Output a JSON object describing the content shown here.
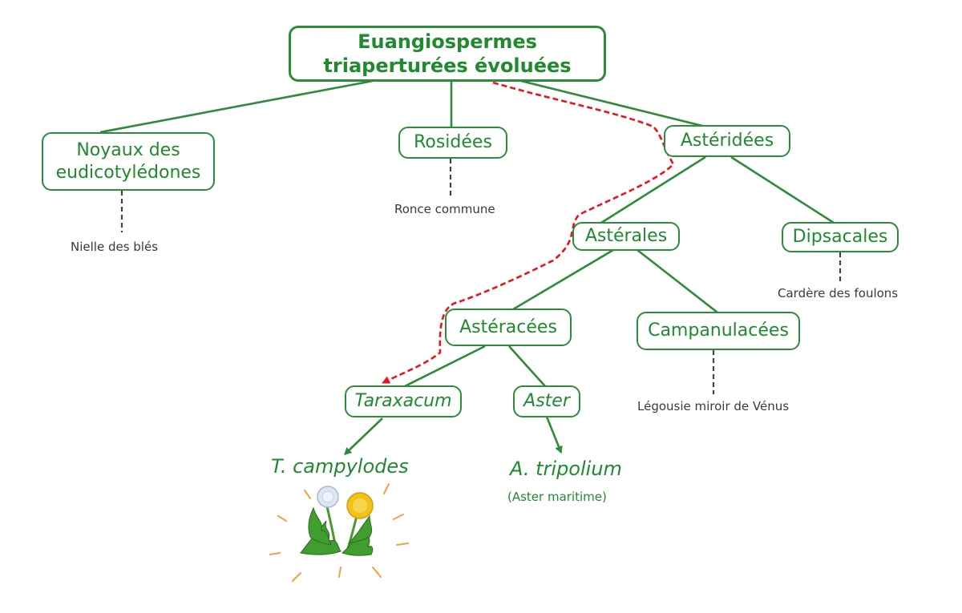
{
  "nodes": {
    "root": "Euangiospermes triaperturées évoluées",
    "noyaux": "Noyaux des eudicotylédones",
    "rosidees": "Rosidées",
    "asteridees": "Astéridées",
    "asterales": "Astérales",
    "dipsacales": "Dipsacales",
    "asteracees": "Astéracées",
    "campanulacees": "Campanulacées",
    "taraxacum": "Taraxacum",
    "aster": "Aster"
  },
  "examples": {
    "noyaux": "Nielle des blés",
    "rosidees": "Ronce commune",
    "dipsacales": "Cardère des foulons",
    "campanulacees": "Légousie miroir de Vénus"
  },
  "species": {
    "taraxacum": "T. campylodes",
    "aster": "A. tripolium",
    "aster_note": "(Aster maritime)"
  },
  "colors": {
    "line": "#2e8b3a",
    "text": "#1f8a2e",
    "dashed_path": "#e8141b",
    "example_link": "#444444",
    "flower_yellow": "#f2c21b",
    "flower_white": "#dde6f4",
    "leaf": "#3f9e2f",
    "sun_rays": "#f5a040"
  },
  "icons": {
    "illustration": "dandelion-icon"
  }
}
